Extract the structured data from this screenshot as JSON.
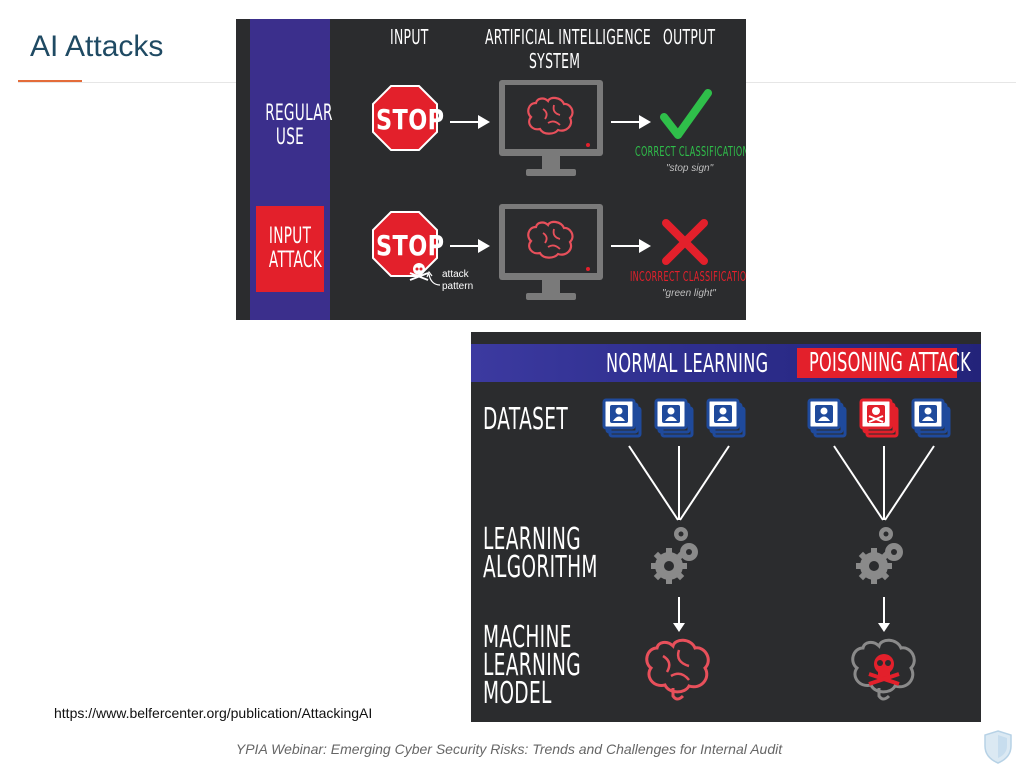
{
  "slide": {
    "title": "AI Attacks",
    "source_url": "https://www.belfercenter.org/publication/AttackingAI",
    "footer": "YPIA Webinar: Emerging Cyber Security Risks: Trends and Challenges for Internal Audit"
  },
  "figure_input_attack": {
    "columns": {
      "input": "INPUT",
      "ai_line1": "ARTIFICIAL INTELLIGENCE",
      "ai_line2": "SYSTEM",
      "output": "OUTPUT"
    },
    "rows": {
      "regular_line1": "REGULAR",
      "regular_line2": "USE",
      "attack_line1": "INPUT",
      "attack_line2": "ATTACK"
    },
    "stop_text": "STOP",
    "attack_pattern_line1": "attack",
    "attack_pattern_line2": "pattern",
    "correct_label": "CORRECT CLASSIFICATION",
    "correct_note": "\"stop sign\"",
    "incorrect_label": "INCORRECT CLASSIFICATION",
    "incorrect_note": "\"green light\"",
    "colors": {
      "panel": "#2b2c2e",
      "side": "#3b2f8c",
      "red": "#e3202b",
      "green": "#2fbf4a"
    }
  },
  "figure_poisoning": {
    "normal_learning": "NORMAL LEARNING",
    "poisoning_attack": "POISONING ATTACK",
    "dataset": "DATASET",
    "learning_line1": "LEARNING",
    "learning_line2": "ALGORITHM",
    "model_line1": "MACHINE",
    "model_line2": "LEARNING",
    "model_line3": "MODEL",
    "colors": {
      "band": "#2f2f8f",
      "red": "#e3202b",
      "blue": "#1f4a9c"
    }
  },
  "icons": [
    "stop-sign-icon",
    "arrow-icon",
    "monitor-brain-icon",
    "checkmark-icon",
    "x-mark-icon",
    "skull-icon",
    "user-card-icon",
    "gears-icon",
    "brain-icon",
    "shield-icon"
  ]
}
